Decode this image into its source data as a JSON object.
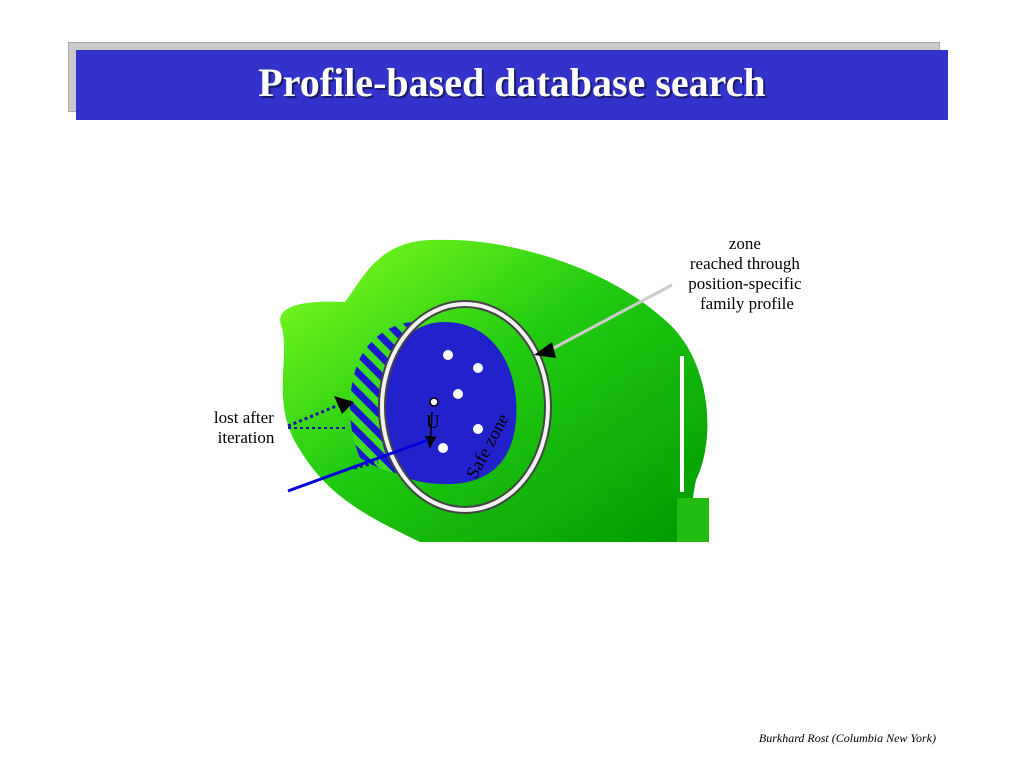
{
  "slide": {
    "title": "Profile-based database search",
    "footer": "Burkhard Rost (Columbia New York)"
  },
  "diagram": {
    "labels": {
      "zone_lines": [
        "zone",
        "reached through",
        "position-specific",
        "family profile"
      ],
      "lost_lines": [
        "lost after",
        "iteration"
      ],
      "query_marker": "U",
      "safe_zone": "Safe zone"
    },
    "colors": {
      "title_bar": "#3333cc",
      "outer_region_light": "#66ee22",
      "outer_region_dark": "#00aa00",
      "inner_region": "#2222cc",
      "ring": "#e0e0e0",
      "arrow_line": "#cccccc"
    }
  }
}
